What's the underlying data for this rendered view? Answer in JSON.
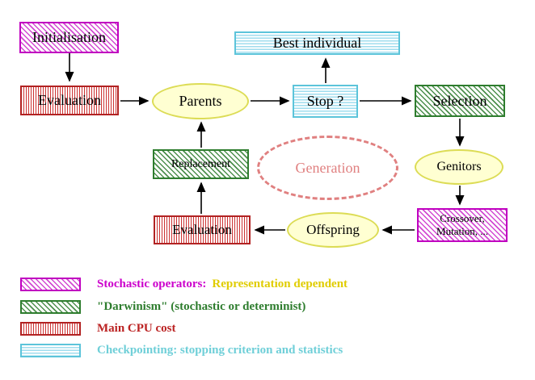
{
  "diagram": {
    "nodes": {
      "initialisation": "Initialisation",
      "evaluation_top": "Evaluation",
      "parents": "Parents",
      "stop": "Stop ?",
      "best_individual": "Best individual",
      "selection": "Selection",
      "replacement": "Replacement",
      "generation": "Generation",
      "genitors": "Genitors",
      "crossover_line1": "Crossover,",
      "crossover_line2": "Mutation, ...",
      "offspring": "Offspring",
      "evaluation_bottom": "Evaluation"
    },
    "legend": {
      "stochastic_label": "Stochastic operators:",
      "stochastic_extra": "Representation dependent",
      "darwinism_label": "\"Darwinism\" (stochastic or determinist)",
      "cpu_label": "Main CPU cost",
      "checkpoint_label": "Checkpointing: stopping criterion and statistics"
    },
    "colors": {
      "stochastic_hatch": "#cc00cc",
      "darwinism_hatch": "#2e7d2e",
      "cpu_stripe": "#bb2222",
      "checkpoint_stripe": "#5cc4da",
      "ellipse_fill": "#ffffd2",
      "ellipse_border": "#dcdc55",
      "generation_dashed": "#e08080",
      "representation_text": "#e0cc00",
      "arrow": "#000000"
    }
  }
}
